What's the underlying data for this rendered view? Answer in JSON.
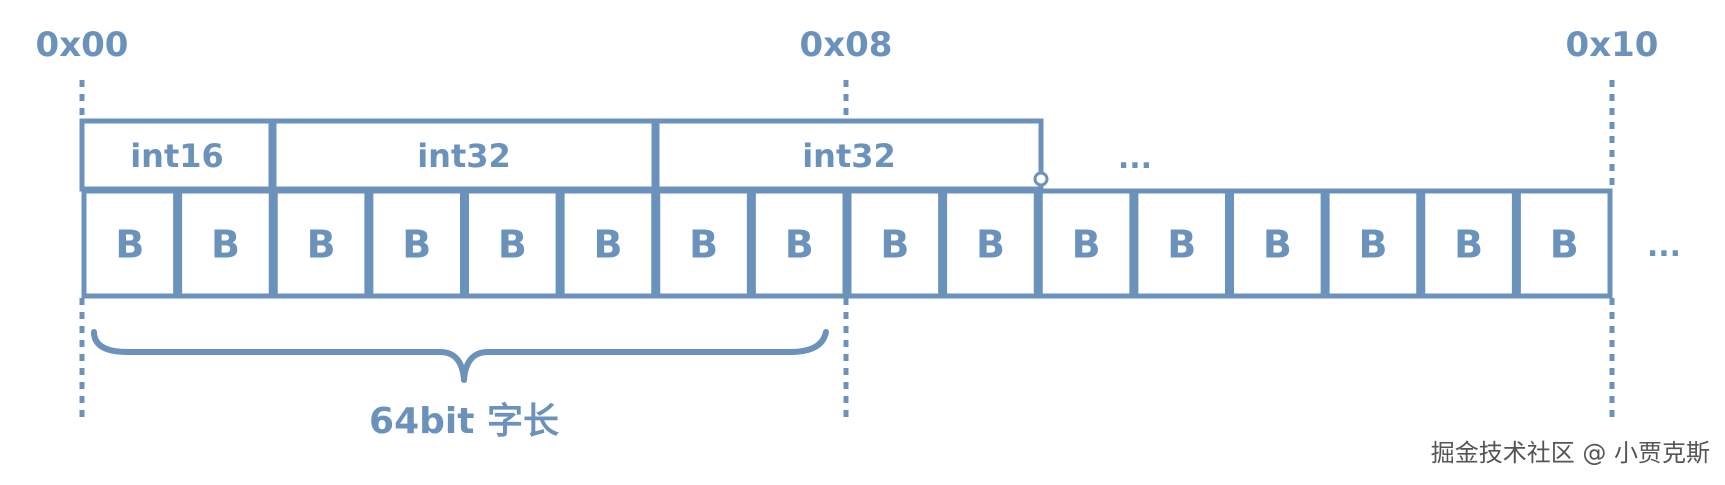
{
  "addresses": [
    "0x00",
    "0x08",
    "0x10"
  ],
  "fields": [
    "int16",
    "int32",
    "int32"
  ],
  "field_sizes_bytes": [
    2,
    4,
    4
  ],
  "field_row_ellipsis": "...",
  "byte_label": "B",
  "byte_count": 16,
  "byte_row_ellipsis": "...",
  "word_size_label": "64bit 字长",
  "watermark": "掘金技术社区 @ 小贾克斯",
  "colors": {
    "accent": "#6b92ba",
    "background": "#ffffff",
    "watermark": "#555555"
  }
}
